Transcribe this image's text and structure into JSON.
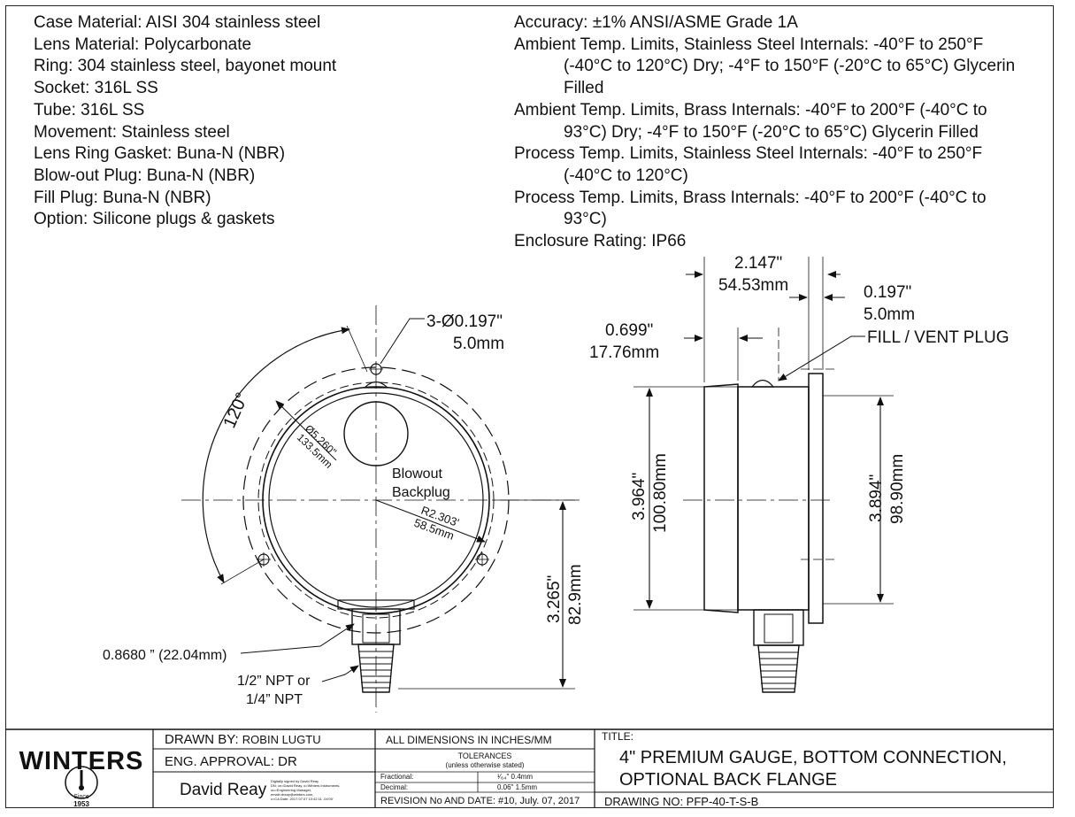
{
  "specs_left": [
    "Case Material: AISI 304 stainless steel",
    "Lens Material: Polycarbonate",
    "Ring: 304 stainless steel, bayonet mount",
    "Socket:  316L  SS",
    "Tube:  316L  SS",
    "Movement: Stainless steel",
    "Lens Ring Gasket: Buna-N (NBR)",
    "Blow-out Plug: Buna-N (NBR)",
    "Fill Plug: Buna-N (NBR)",
    "Option: Silicone plugs & gaskets"
  ],
  "specs_right": [
    {
      "text": "Accuracy: ±1% ANSI/ASME Grade 1A",
      "indent": false
    },
    {
      "text": "Ambient Temp. Limits, Stainless Steel Internals: -40°F to 250°F",
      "indent": false
    },
    {
      "text": "(-40°C to 120°C) Dry; -4°F to 150°F (-20°C to 65°C) Glycerin",
      "indent": true
    },
    {
      "text": "Filled",
      "indent": true
    },
    {
      "text": "Ambient Temp. Limits, Brass Internals: -40°F to 200°F (-40°C to",
      "indent": false
    },
    {
      "text": "93°C) Dry; -4°F to 150°F (-20°C to 65°C) Glycerin Filled",
      "indent": true
    },
    {
      "text": "Process Temp. Limits, Stainless Steel Internals: -40°F to 250°F",
      "indent": false
    },
    {
      "text": "(-40°C to 120°C)",
      "indent": true
    },
    {
      "text": "Process Temp. Limits, Brass Internals: -40°F to 200°F (-40°C to",
      "indent": false
    },
    {
      "text": "93°C)",
      "indent": true
    },
    {
      "text": "Enclosure Rating: IP66",
      "indent": false
    }
  ],
  "front_view": {
    "holes_label": "3-Ø0.197\"",
    "holes_label_mm": "5.0mm",
    "angle_label": "120°",
    "dia_label": "Ø5.260\"",
    "dia_label_mm": "133.5mm",
    "blowout_line1": "Blowout",
    "blowout_line2": "Backplug",
    "radius_label": "R2.303'",
    "radius_label_mm": "58.5mm",
    "height_label": "3.265\"",
    "height_label_mm": "82.9mm",
    "hex_label": "0.8680 ” (22.04mm)",
    "thread_line1": "1/2” NPT or",
    "thread_line2": "1/4” NPT"
  },
  "side_view": {
    "depth_label": "2.147\"",
    "depth_label_mm": "54.53mm",
    "flange_label": "0.197\"",
    "flange_label_mm": "5.0mm",
    "offset_label": "0.699\"",
    "offset_label_mm": "17.76mm",
    "fill_plug_label": "FILL / VENT PLUG",
    "case_dia_label": "3.964\"",
    "case_dia_label_mm": "100.80mm",
    "flange_dia_label": "3.894\"",
    "flange_dia_label_mm": "98.90mm"
  },
  "title_block": {
    "logo_text": "WINTERS",
    "logo_since": "Since",
    "logo_year": "1953",
    "drawn_by_label": "DRAWN BY:",
    "drawn_by_value": "ROBIN LUGTU",
    "eng_approval_label": "ENG. APPROVAL:",
    "eng_approval_value": "DR",
    "signature": "David Reay",
    "digital_sig": [
      "Digitally signed by David Reay",
      "DN: cn=David Reay, o=Winters Instruments,",
      "ou=Engineering Manager,",
      "email=dreay@winters.com,",
      "c=CA Date: 2017.07.07 10:42:11 -04'00'"
    ],
    "dimensions_note": "ALL DIMENSIONS IN INCHES/MM",
    "tolerances_label": "TOLERANCES",
    "tolerances_sub": "(unless otherwise stated)",
    "fractional_label": "Fractional:",
    "fractional_value": "¹⁄₆₄\" 0.4mm",
    "decimal_label": "Decimal:",
    "decimal_value": "0.06\" 1.5mm",
    "revision": "REVISION No AND DATE: #10, July. 07, 2017",
    "title_label": "TITLE:",
    "title_line1": "4\" PREMIUM GAUGE, BOTTOM CONNECTION,",
    "title_line2": "OPTIONAL BACK FLANGE",
    "drawing_no": "DRAWING NO: PFP-40-T-S-B"
  }
}
